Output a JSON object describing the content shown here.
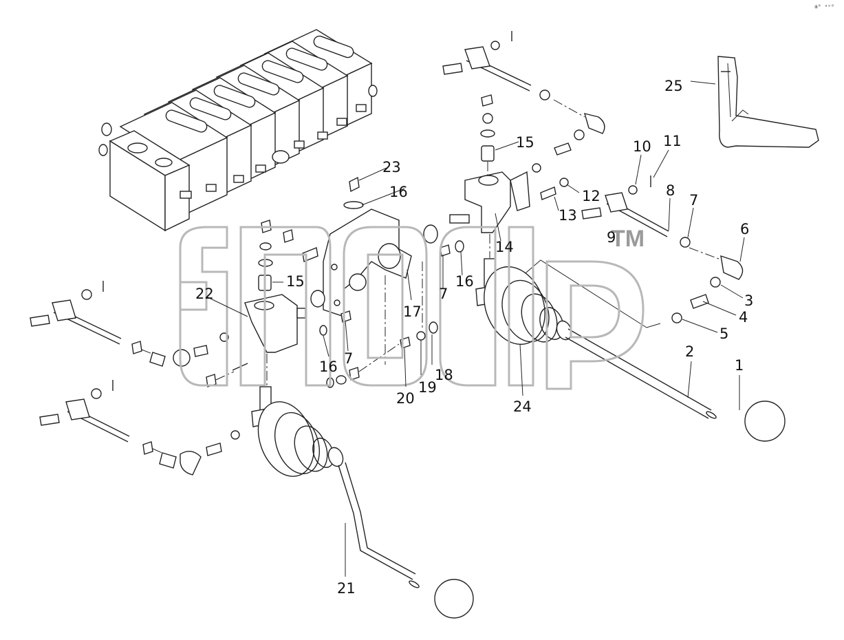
{
  "corner_mark": "a⁰ ᵃᵒ⁰",
  "watermark": {
    "tm": "TM"
  },
  "callouts": {
    "c1": "1",
    "c2": "2",
    "c3": "3",
    "c4": "4",
    "c5": "5",
    "c6": "6",
    "c7a": "7",
    "c7b": "7",
    "c7c": "7",
    "c8": "8",
    "c9": "9",
    "c10": "10",
    "c11": "11",
    "c12": "12",
    "c13": "13",
    "c14": "14",
    "c15a": "15",
    "c15b": "15",
    "c16a": "16",
    "c16b": "16",
    "c16c": "16",
    "c17": "17",
    "c18": "18",
    "c19": "19",
    "c20": "20",
    "c21": "21",
    "c22": "22",
    "c23": "23",
    "c24": "24",
    "c25": "25"
  }
}
